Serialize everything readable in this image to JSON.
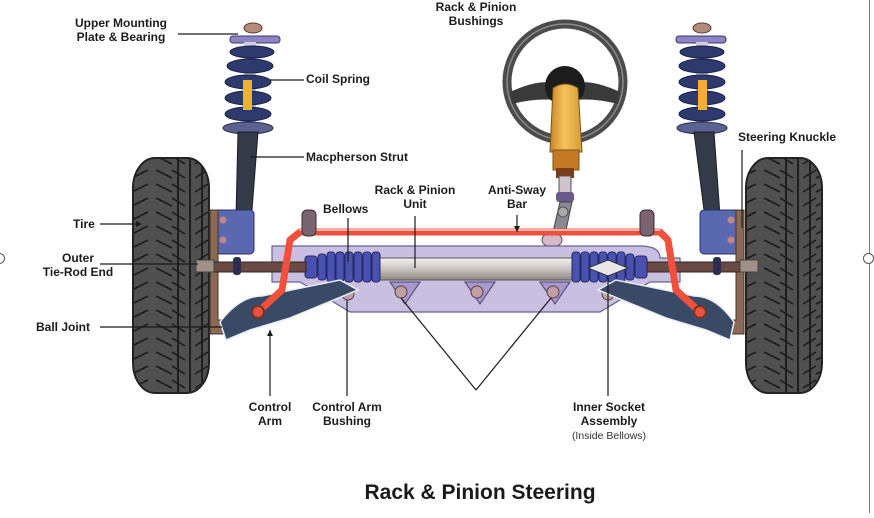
{
  "diagram": {
    "title": "Rack & Pinion Steering",
    "labels": {
      "upper_mounting_1": "Upper Mounting",
      "upper_mounting_2": "Plate & Bearing",
      "coil_spring": "Coil Spring",
      "macpherson_strut": "Macpherson Strut",
      "rack_pinion_unit_1": "Rack & Pinion",
      "rack_pinion_unit_2": "Unit",
      "anti_sway_1": "Anti-Sway",
      "anti_sway_2": "Bar",
      "bellows": "Bellows",
      "steering_knuckle": "Steering Knuckle",
      "tire": "Tire",
      "outer_tie_rod_1": "Outer",
      "outer_tie_rod_2": "Tie-Rod End",
      "ball_joint": "Ball Joint",
      "control_arm_1": "Control",
      "control_arm_2": "Arm",
      "control_arm_bushing_1": "Control Arm",
      "control_arm_bushing_2": "Bushing",
      "rp_bushings_1": "Rack & Pinion",
      "rp_bushings_2": "Bushings",
      "inner_socket_1": "Inner Socket",
      "inner_socket_2": "Assembly",
      "inner_socket_note": "(Inside Bellows)"
    },
    "colors": {
      "anti_sway_bar": "#f0503c",
      "coil_spring": "#2e3a6e",
      "strut": "#3a3f4a",
      "rack_housing": "#c9bfe0",
      "bellows": "#4a52b0",
      "tire": "#4a4a4a",
      "steering_column": "#e8a93a",
      "knuckle": "#8a6a55",
      "control_arm": "#3a4a66"
    }
  }
}
